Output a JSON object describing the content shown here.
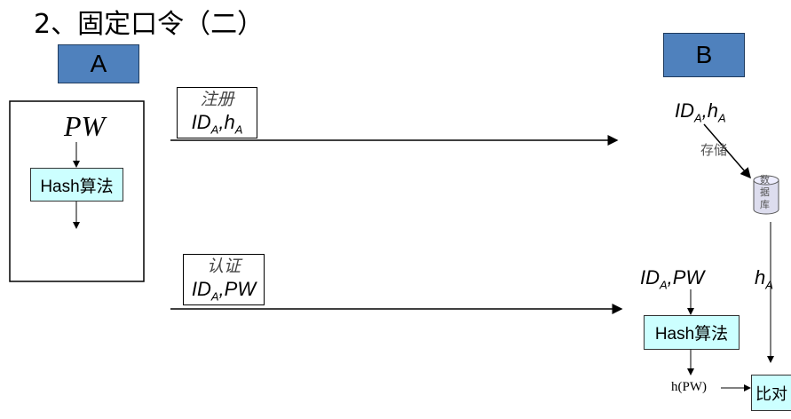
{
  "title": "2、固定口令（二）",
  "party_a": "A",
  "party_b": "B",
  "left": {
    "input": "PW",
    "hash": "Hash算法"
  },
  "register": {
    "label": "注册",
    "id": "ID",
    "sub": "A",
    "sep": ",",
    "h": "h",
    "hsub": "A"
  },
  "auth": {
    "label": "认证",
    "id": "ID",
    "sub": "A",
    "sep": ",",
    "pw": "PW"
  },
  "right": {
    "stored_id": "ID",
    "stored_sub": "A",
    "stored_sep": ",",
    "stored_h": "h",
    "stored_hsub": "A",
    "store_label": "存储",
    "db": [
      "数",
      "据",
      "库"
    ],
    "h_label": "h",
    "h_sub": "A",
    "input_id": "ID",
    "input_sub": "A",
    "input_sep": ",",
    "input_pw": "PW",
    "hash": "Hash算法",
    "hpw": "h(PW)",
    "compare": "比对"
  }
}
